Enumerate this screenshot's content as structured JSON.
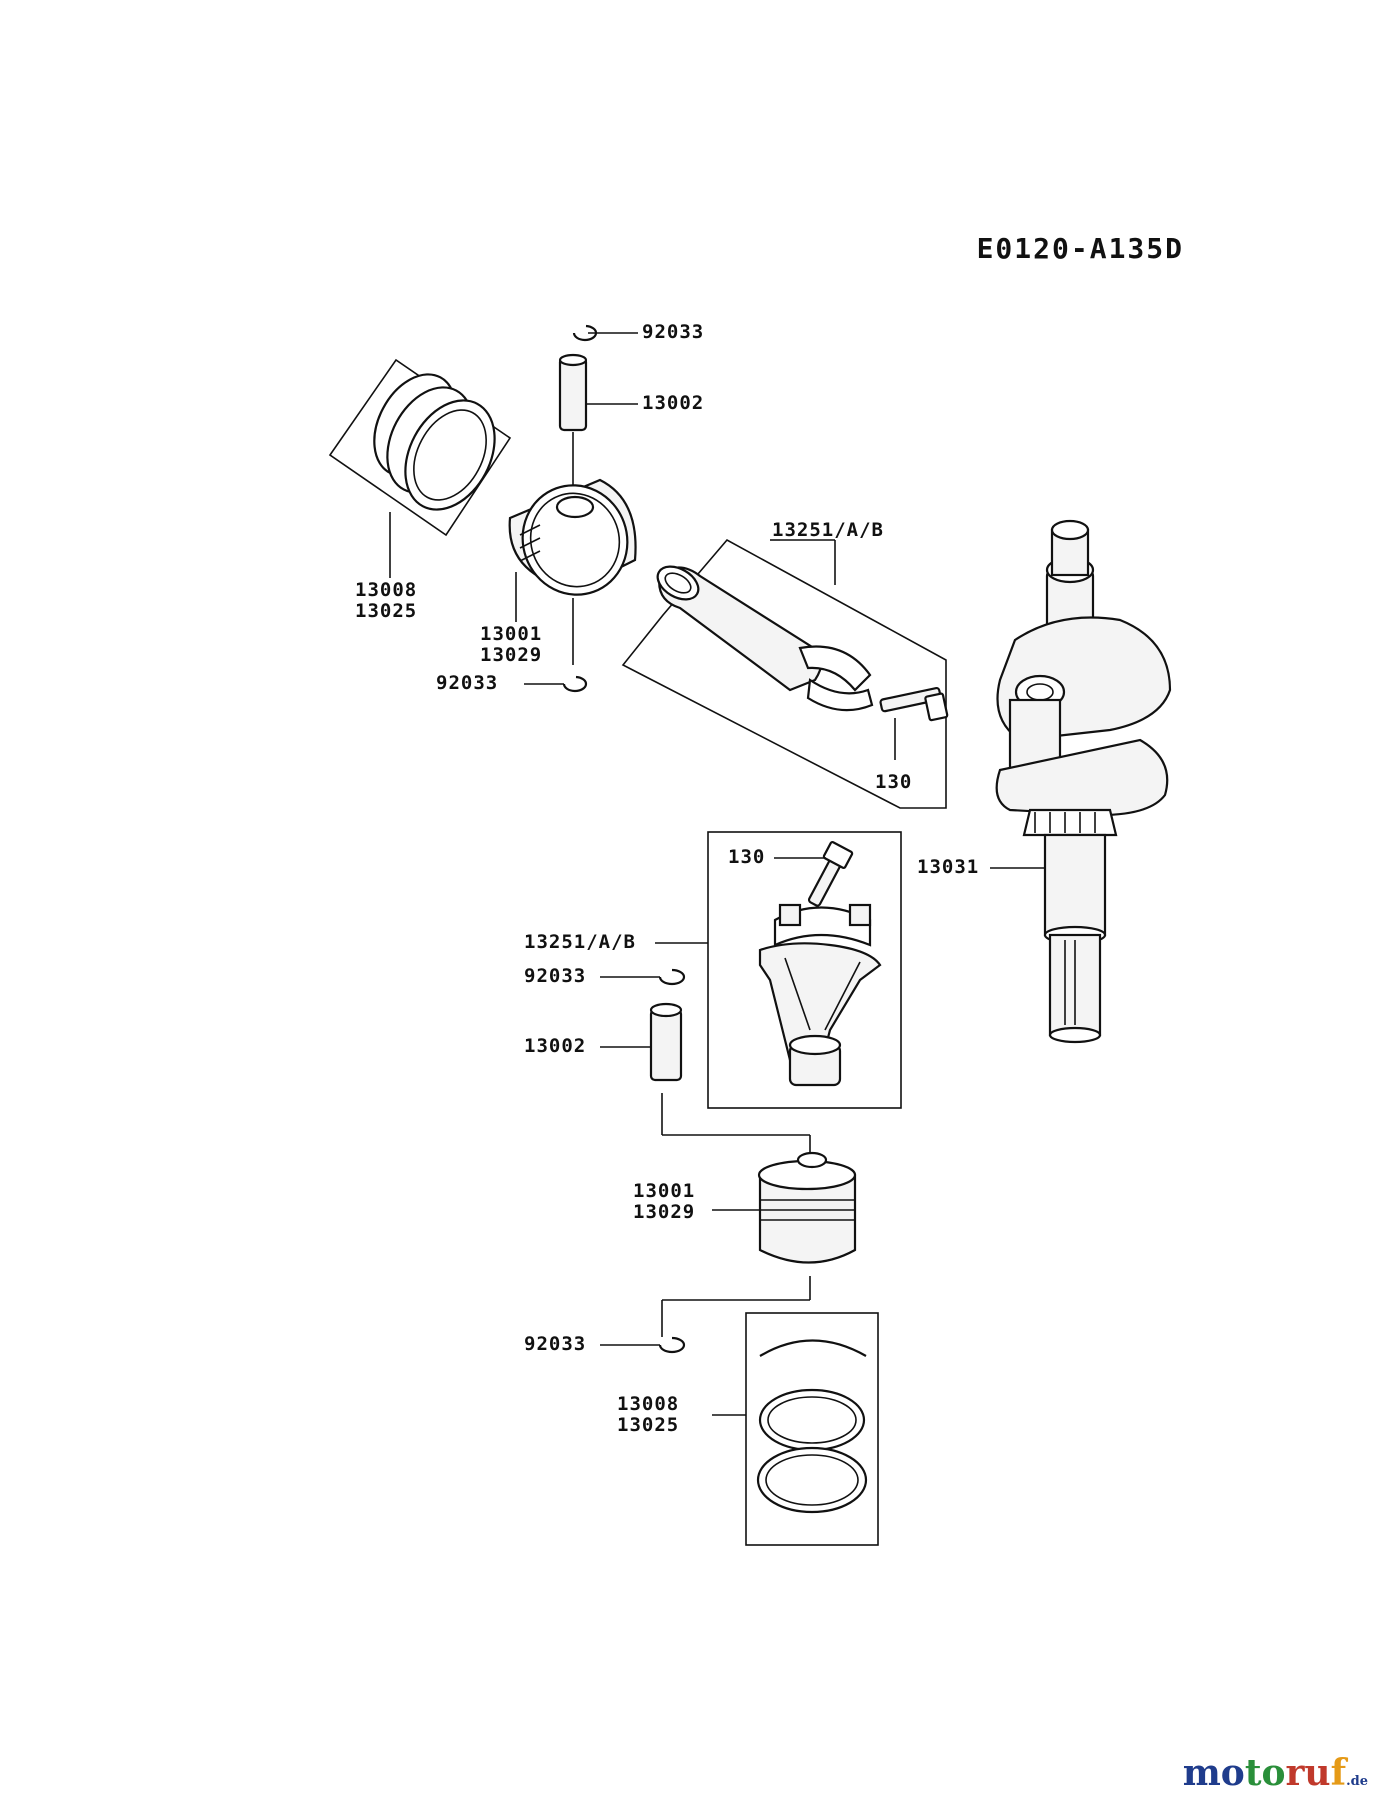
{
  "diagram_id": "E0120-A135D",
  "labels": {
    "snap_ring_top": "92033",
    "piston_pin_top": "13002",
    "ring_set_top": "13008\n13025",
    "piston_top": "13001\n13029",
    "snap_ring_top_lower": "92033",
    "conrod_top": "13251/A/B",
    "bolt_top": "130",
    "crankshaft": "13031",
    "bolt_bottom": "130",
    "conrod_bottom": "13251/A/B",
    "snap_ring_bottom": "92033",
    "piston_pin_bottom": "13002",
    "piston_bottom": "13001\n13029",
    "snap_ring_bottom_lower": "92033",
    "ring_set_bottom": "13008\n13025"
  },
  "watermark": {
    "part1": "mo",
    "part2": "to",
    "part3": "ru",
    "part4": "f",
    "tld": ".de"
  }
}
